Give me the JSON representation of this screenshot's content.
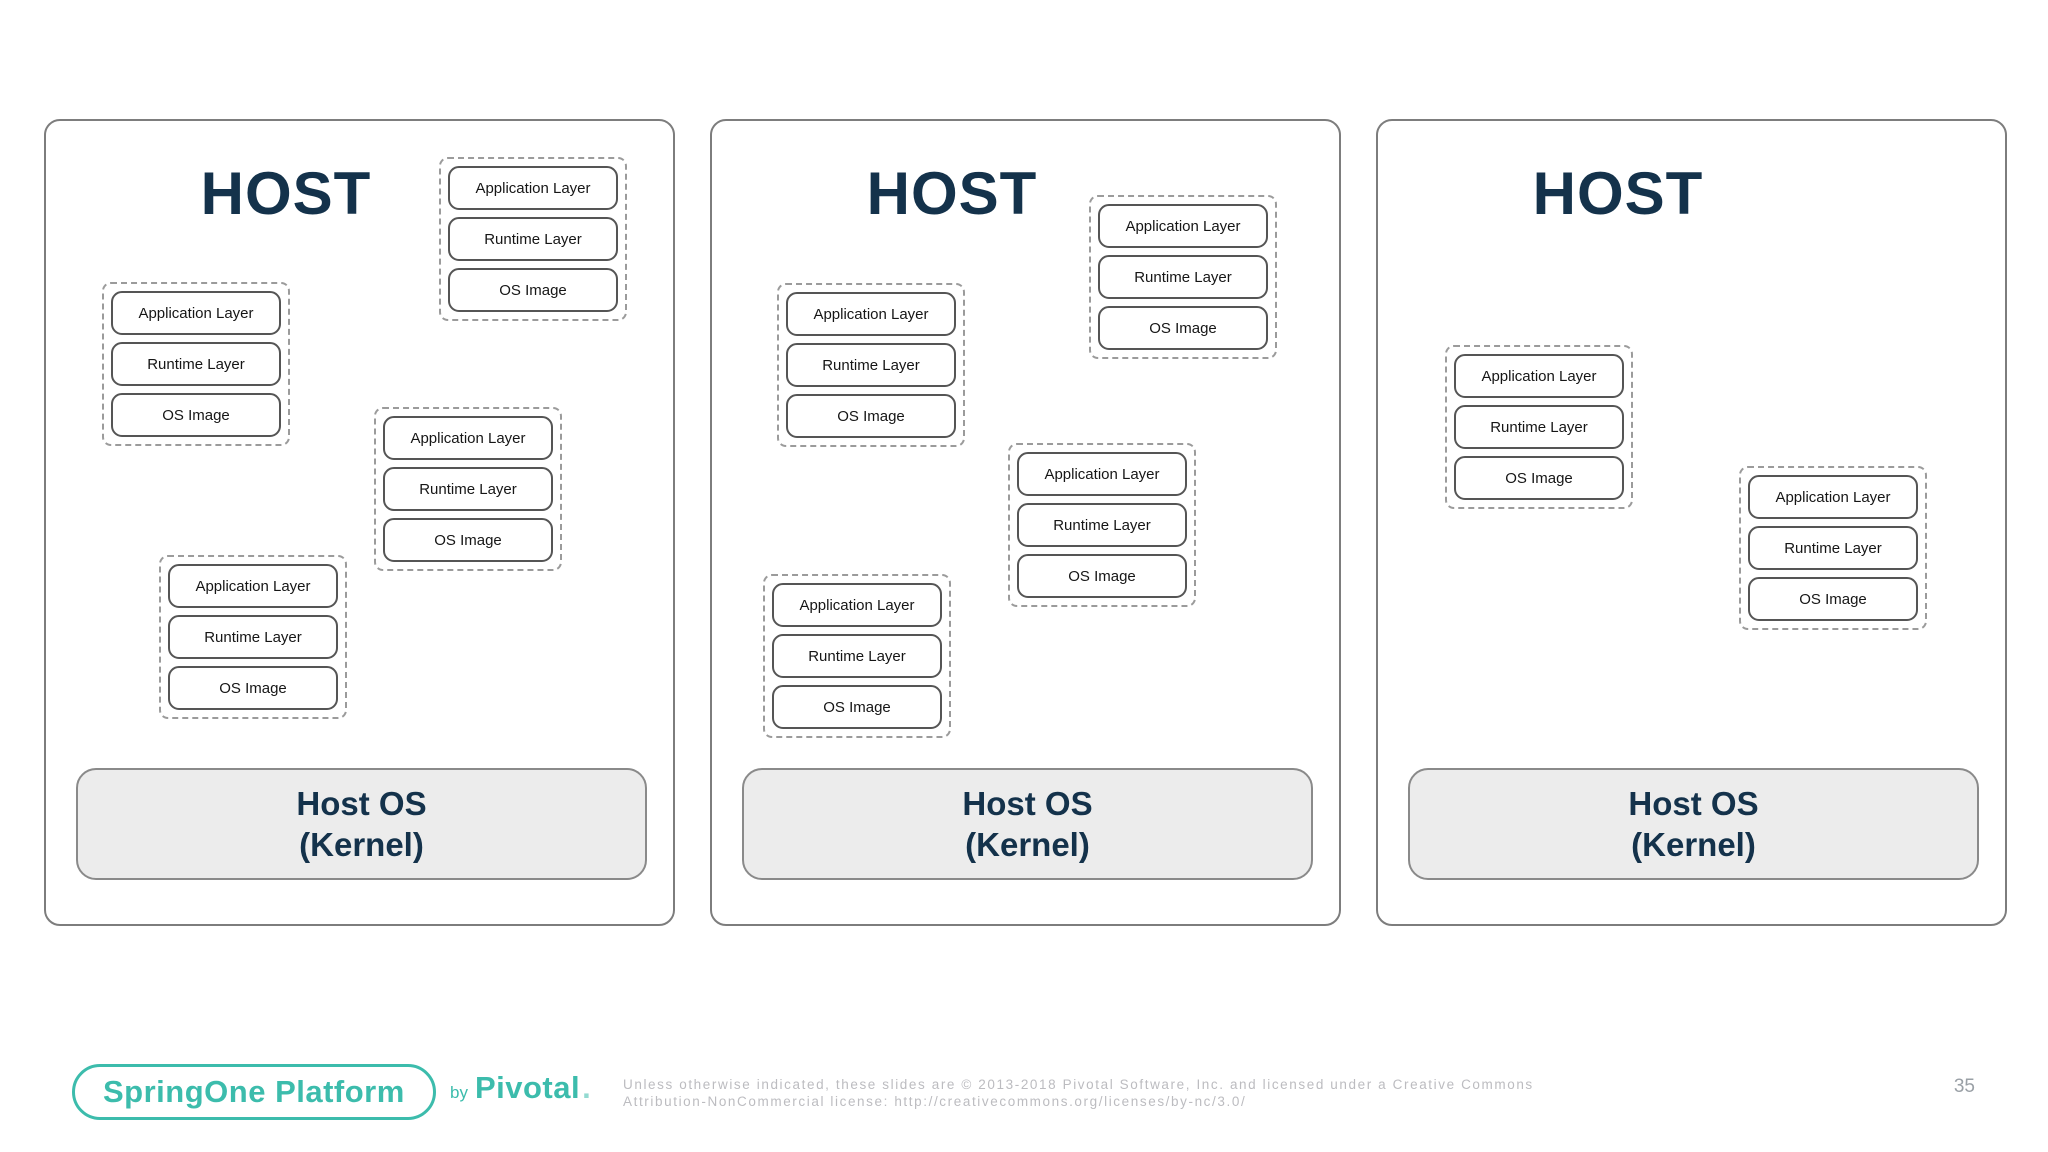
{
  "hosts": [
    {
      "title": "HOST",
      "host_os": {
        "line1": "Host OS",
        "line2": "(Kernel)"
      },
      "stacks": [
        {
          "layers": [
            "Application Layer",
            "Runtime Layer",
            "OS Image"
          ]
        },
        {
          "layers": [
            "Application Layer",
            "Runtime Layer",
            "OS Image"
          ]
        },
        {
          "layers": [
            "Application Layer",
            "Runtime Layer",
            "OS Image"
          ]
        },
        {
          "layers": [
            "Application Layer",
            "Runtime Layer",
            "OS Image"
          ]
        }
      ]
    },
    {
      "title": "HOST",
      "host_os": {
        "line1": "Host OS",
        "line2": "(Kernel)"
      },
      "stacks": [
        {
          "layers": [
            "Application Layer",
            "Runtime Layer",
            "OS Image"
          ]
        },
        {
          "layers": [
            "Application Layer",
            "Runtime Layer",
            "OS Image"
          ]
        },
        {
          "layers": [
            "Application Layer",
            "Runtime Layer",
            "OS Image"
          ]
        },
        {
          "layers": [
            "Application Layer",
            "Runtime Layer",
            "OS Image"
          ]
        }
      ]
    },
    {
      "title": "HOST",
      "host_os": {
        "line1": "Host OS",
        "line2": "(Kernel)"
      },
      "stacks": [
        {
          "layers": [
            "Application Layer",
            "Runtime Layer",
            "OS Image"
          ]
        },
        {
          "layers": [
            "Application Layer",
            "Runtime Layer",
            "OS Image"
          ]
        }
      ]
    }
  ],
  "footer": {
    "logo": "SpringOne Platform",
    "by": "by",
    "brand": "Pivotal",
    "brand_dot": ".",
    "license_line1": "Unless otherwise indicated, these slides are © 2013-2018 Pivotal Software, Inc. and licensed under a Creative Commons",
    "license_line2": "Attribution-NonCommercial license: http://creativecommons.org/licenses/by-nc/3.0/",
    "page_number": "35"
  },
  "colors": {
    "teal": "#3CBCAC",
    "navy": "#14324B",
    "panel_border": "#7d7d7d",
    "kernel_fill": "#ececec",
    "license_gray": "#bcbcc0"
  }
}
